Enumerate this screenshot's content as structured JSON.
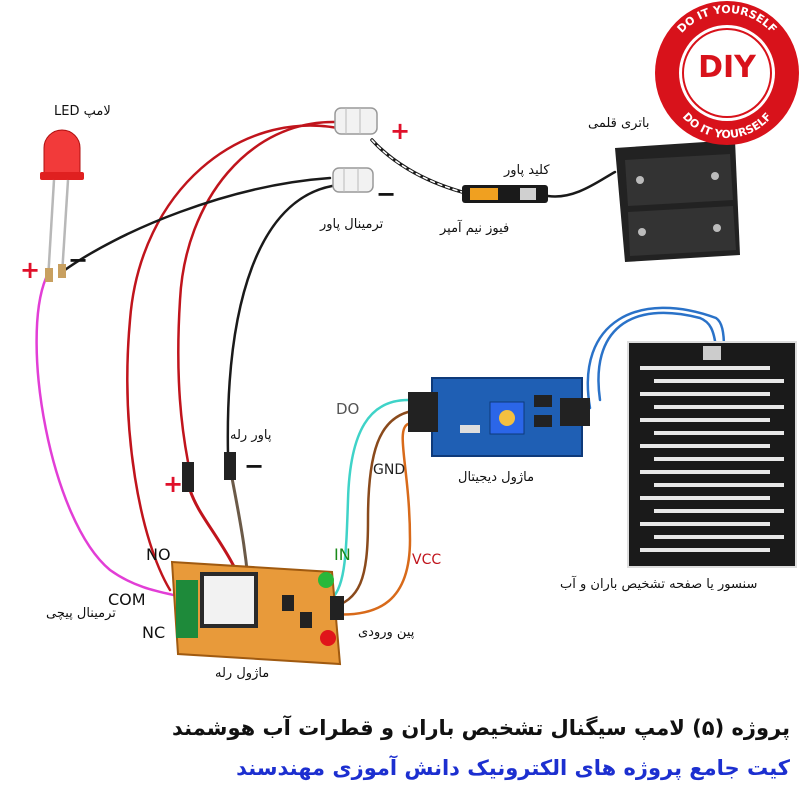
{
  "badge": {
    "center": "DIY",
    "ring_top": "DO IT YOURSELF",
    "ring_bottom": "DO IT YOURSELF",
    "colors": {
      "red": "#d8121b",
      "white": "#ffffff"
    }
  },
  "labels": {
    "led_lamp": "لامپ LED",
    "battery": "باتری قلمی",
    "power_switch": "کلید پاور",
    "fuse": "فیوز نیم آمپر",
    "power_terminal": "ترمینال پاور",
    "relay_power": "پاور رله",
    "digital_module": "ماژول دیجیتال",
    "rain_sensor": "سنسور یا صفحه تشخیص  باران و آب",
    "input_pins": "پین ورودی",
    "screw_terminal": "ترمینال پیچی",
    "relay_module": "ماژول رله"
  },
  "pins": {
    "do": "DO",
    "gnd": "GND",
    "vcc": "VCC",
    "in": "IN",
    "no": "NO",
    "com": "COM",
    "nc": "NC"
  },
  "polarity": {
    "plus": "+",
    "minus": "−"
  },
  "title": {
    "line1": "پروژه (۵) لامپ سیگنال تشخیص باران و قطرات آب هوشمند",
    "line2": "کیت جامع پروژه های الکترونیک دانش آموزی مهندسند"
  },
  "colors": {
    "wire_red": "#c0141c",
    "wire_black": "#1a1a1a",
    "wire_pink": "#e23ed6",
    "wire_blue": "#2a72c8",
    "wire_cyan": "#3fd3c8",
    "wire_brown": "#8a4a1c",
    "wire_orange": "#d86a1a",
    "pcb_relay": "#e89a3a",
    "pcb_module": "#1f5fb4",
    "in_label": "#1a8a1a",
    "vcc_label": "#c0141c",
    "title_line2": "#1c2fd0"
  }
}
